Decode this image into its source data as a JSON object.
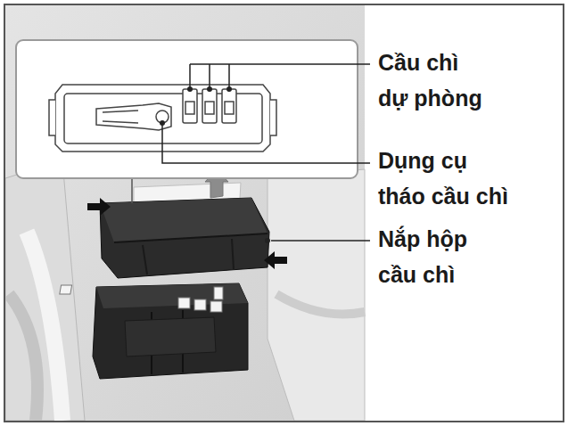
{
  "diagram": {
    "labels": [
      "Cầu chì dự phòng",
      "Dụng cụ tháo cầu chì",
      "Nắp hộp cầu chì"
    ]
  }
}
